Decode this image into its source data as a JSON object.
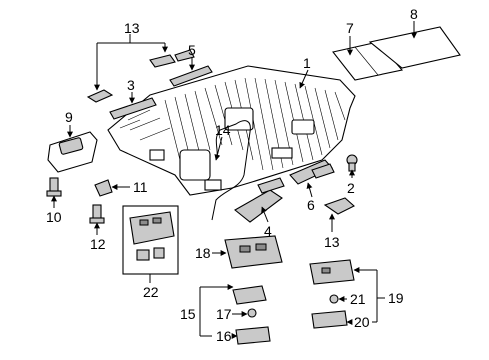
{
  "diagram": {
    "callouts": [
      "1",
      "2",
      "3",
      "4",
      "5",
      "6",
      "7",
      "8",
      "9",
      "10",
      "11",
      "12",
      "13",
      "13",
      "14",
      "15",
      "16",
      "17",
      "18",
      "19",
      "20",
      "21",
      "22"
    ]
  }
}
